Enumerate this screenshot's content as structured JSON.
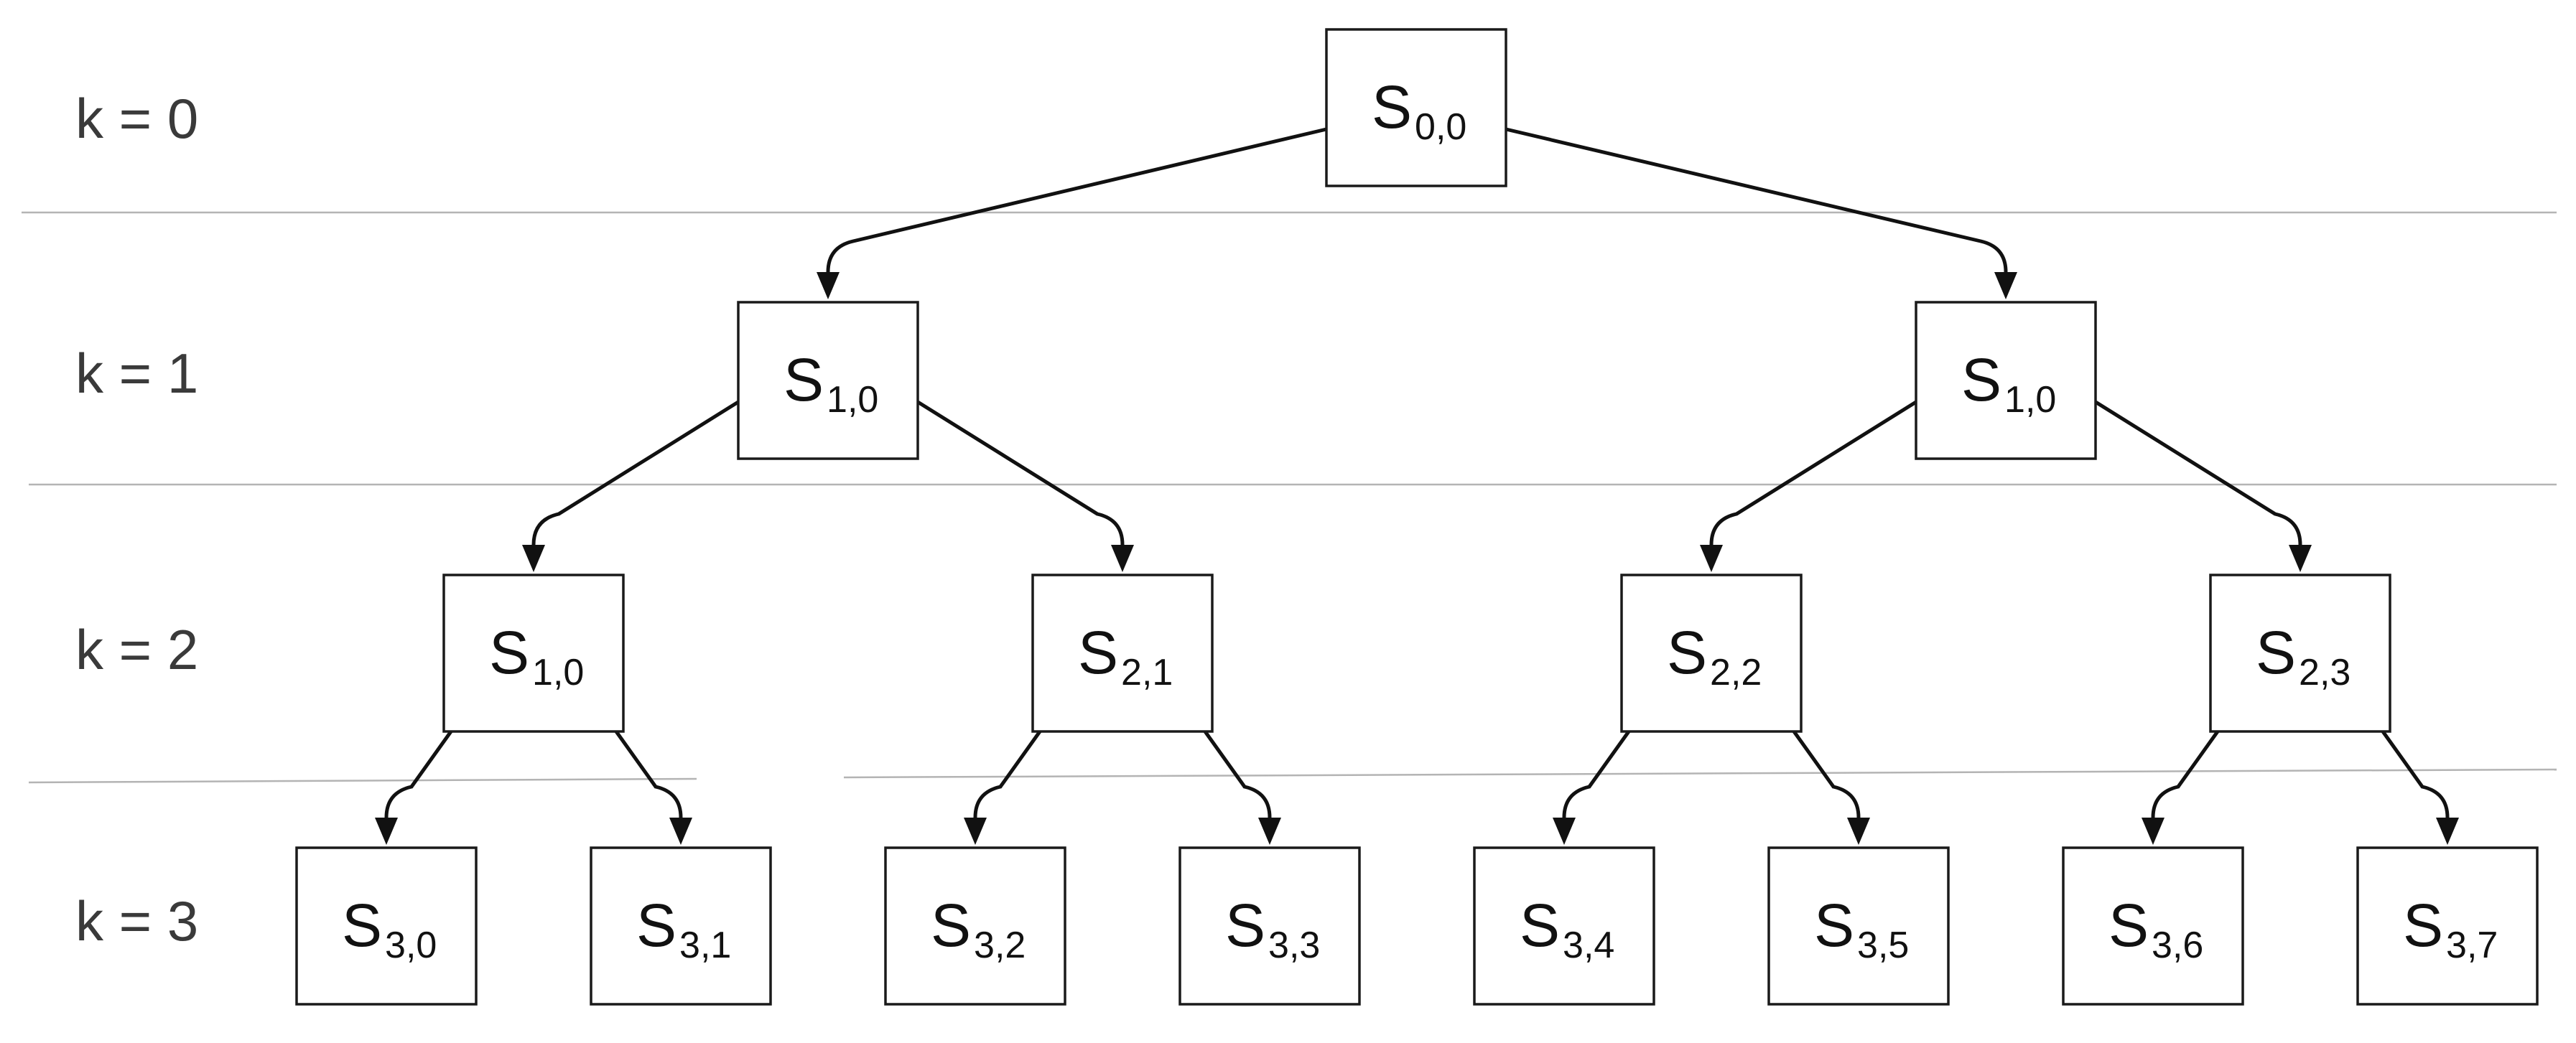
{
  "levels": [
    {
      "label": "k = 0"
    },
    {
      "label": "k = 1"
    },
    {
      "label": "k = 2"
    },
    {
      "label": "k = 3"
    }
  ],
  "nodes": [
    {
      "name": "node-s00",
      "main": "S",
      "sub": "0,0",
      "parent": null
    },
    {
      "name": "node-s10-left",
      "main": "S",
      "sub": "1,0",
      "parent": 0
    },
    {
      "name": "node-s10-right",
      "main": "S",
      "sub": "1,0",
      "parent": 0
    },
    {
      "name": "node-s10-level2",
      "main": "S",
      "sub": "1,0",
      "parent": 1
    },
    {
      "name": "node-s21",
      "main": "S",
      "sub": "2,1",
      "parent": 1
    },
    {
      "name": "node-s22",
      "main": "S",
      "sub": "2,2",
      "parent": 2
    },
    {
      "name": "node-s23",
      "main": "S",
      "sub": "2,3",
      "parent": 2
    },
    {
      "name": "node-s30",
      "main": "S",
      "sub": "3,0",
      "parent": 3
    },
    {
      "name": "node-s31",
      "main": "S",
      "sub": "3,1",
      "parent": 3
    },
    {
      "name": "node-s32",
      "main": "S",
      "sub": "3,2",
      "parent": 4
    },
    {
      "name": "node-s33",
      "main": "S",
      "sub": "3,3",
      "parent": 4
    },
    {
      "name": "node-s34",
      "main": "S",
      "sub": "3,4",
      "parent": 5
    },
    {
      "name": "node-s35",
      "main": "S",
      "sub": "3,5",
      "parent": 5
    },
    {
      "name": "node-s36",
      "main": "S",
      "sub": "3,6",
      "parent": 6
    },
    {
      "name": "node-s37",
      "main": "S",
      "sub": "3,7",
      "parent": 6
    }
  ]
}
